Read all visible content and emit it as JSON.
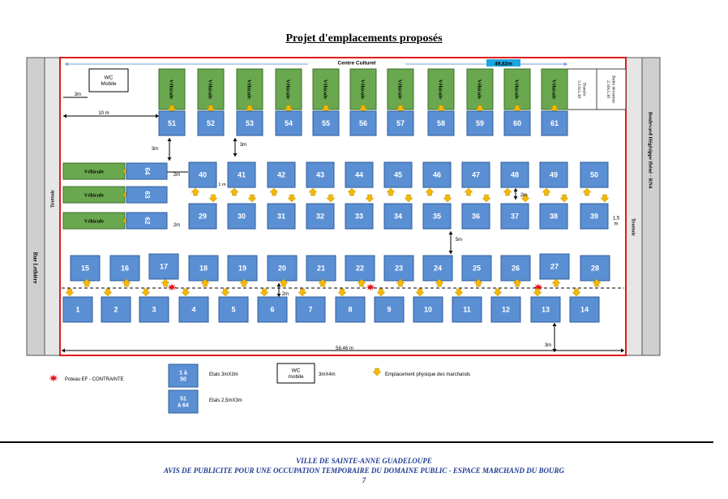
{
  "title": "Projet d'emplacements proposés",
  "labels": {
    "centre_culturel": "Centre Culturel",
    "width_top": "49,82m",
    "wc_mobile": "WC\nMobile",
    "dist_3m_left": "3m",
    "dist_10m": "10 m",
    "dist_3m_a": "3m",
    "dist_3m_b": "3m",
    "dist_2m_a": "2m",
    "dist_1m": "1 m",
    "dist_2m_b": "2m",
    "dist_2m_c": "2m",
    "dist_5m": "5m",
    "dist_1_5": "1,5\nm",
    "dist_2m_d": "2m",
    "dist_3m_bottom": "3m",
    "width_bottom": "58,46 m",
    "trottoir_left": "Trottoir",
    "rue_left": "Rue Lethière",
    "trottoir_right": "Trottoir",
    "boulevard": "Boulevard Hégésippe Ibéné - RN4",
    "transfo": "Transfo\n3.13x5.30",
    "boite": "Boîte déviation\n2.50x5.30",
    "vehicule": "Véhicule",
    "vehicule_alt": "Véhicule"
  },
  "stalls": {
    "top_row": [
      "51",
      "52",
      "53",
      "54",
      "55",
      "56",
      "57",
      "58",
      "59",
      "60",
      "61"
    ],
    "left_col": [
      "64",
      "63",
      "62"
    ],
    "row_a": [
      "40",
      "41",
      "42",
      "43",
      "44",
      "45",
      "46",
      "47",
      "48",
      "49",
      "50"
    ],
    "row_b": [
      "29",
      "30",
      "31",
      "32",
      "33",
      "34",
      "35",
      "36",
      "37",
      "38",
      "39"
    ],
    "row_c": [
      "15",
      "16",
      "17",
      "18",
      "19",
      "20",
      "21",
      "22",
      "23",
      "24",
      "25",
      "26",
      "27",
      "28"
    ],
    "row_d": [
      "1",
      "2",
      "3",
      "4",
      "5",
      "6",
      "7",
      "8",
      "9",
      "10",
      "11",
      "12",
      "13",
      "14"
    ]
  },
  "legend": {
    "poteau": "Poteau EF - CONTRAINTE",
    "box1": "1 à\n50",
    "box1_text": "Etals 3mX3m",
    "wc": "WC\nmobile",
    "wc_text": "3mX4m",
    "emplacement": "Emplacement physique des marchands",
    "box2": "51\nà 64",
    "box2_text": "Etals 2,5mX3m"
  },
  "footer": {
    "line1": "VILLE DE SAINTE-ANNE GUADELOUPE",
    "line2": "AVIS DE PUBLICITE POUR UNE OCCUPATION TEMPORAIRE DU DOMAINE PUBLIC  - ESPACE MARCHAND DU BOURG",
    "page": "7"
  },
  "colors": {
    "stall": "#5b8fd4",
    "stall_border": "#2e5c9a",
    "vehicle": "#6aa84f",
    "arrow": "#f5b800",
    "border_red": "#e01b1b",
    "road": "#cfcfcf",
    "badge": "#1ea6e0"
  }
}
